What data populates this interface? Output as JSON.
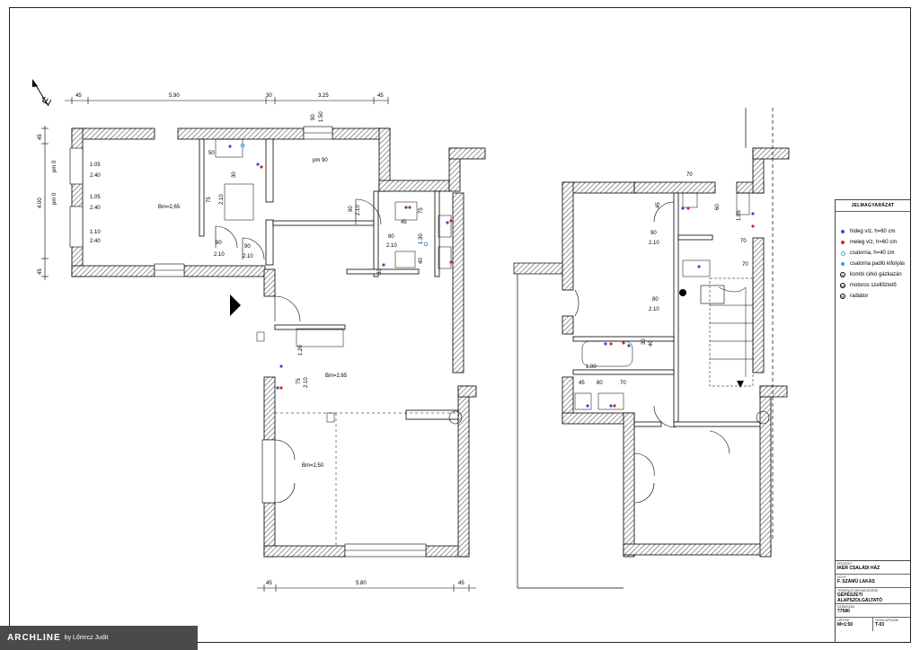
{
  "north_label": "É",
  "dimensions": {
    "top": [
      "45",
      "5.90",
      "30",
      "3.25",
      "45"
    ],
    "left": [
      "45",
      "4.00",
      "45"
    ],
    "bottom": [
      "45",
      "5.80",
      "45"
    ]
  },
  "ground_floor": {
    "room_heights": [
      "Bm=2,65",
      "Bm=2,65",
      "Bm=2,50"
    ],
    "window_labels": [
      {
        "w": "1.05",
        "h": "2.40"
      },
      {
        "w": "1.05",
        "h": "2.40"
      },
      {
        "w": "1.10",
        "h": "2.40"
      }
    ],
    "pm": [
      "pm 0",
      "pm 0",
      "pm 90"
    ],
    "door_labels": [
      {
        "w": "90",
        "h": "2.10"
      },
      {
        "w": "90",
        "h": "2.10"
      },
      {
        "w": "90",
        "h": "2.10"
      },
      {
        "w": "80",
        "h": "2.10"
      }
    ],
    "misc": [
      "50",
      "30",
      "75",
      "2.10",
      "45",
      "75",
      "1.30",
      "40",
      "30",
      "90",
      "1.50",
      "1.20",
      "75",
      "2.10"
    ]
  },
  "upper_floor": {
    "dims": [
      "70",
      "45",
      "60",
      "1.05",
      "70",
      "70",
      "40",
      "1.00",
      "45",
      "80",
      "70",
      "30"
    ],
    "door_labels": [
      {
        "w": "90",
        "h": "2.10"
      },
      {
        "w": "80",
        "h": "2.10"
      }
    ]
  },
  "legend": {
    "title": "JELMAGYARÁZAT",
    "items": [
      {
        "symbol": "dot",
        "color": "#2b4fd6",
        "label": "hideg víz, h=60 cm"
      },
      {
        "symbol": "dot",
        "color": "#e02020",
        "label": "meleg víz, h=60 cm"
      },
      {
        "symbol": "ring",
        "color": "#3aa0e0",
        "label": "csatorna, h=40 cm"
      },
      {
        "symbol": "dot",
        "color": "#3aa0e0",
        "label": "csatorna padló kifolyás"
      },
      {
        "symbol": "circ",
        "letter": "K",
        "label": "kombi cirkó gázkazán"
      },
      {
        "symbol": "circ",
        "letter": "M",
        "label": "motoros szellőztető"
      },
      {
        "symbol": "circ",
        "letter": "R",
        "label": "radiátor"
      }
    ]
  },
  "title_block": {
    "project_label": "PROJEKT",
    "project": "IKER CSALÁDI HÁZ",
    "client_label": "ÜGYF.",
    "client": "F. SZÁMÜ LAKÁS",
    "drawing_label": "TERVRAJZ MEGNEVEZÉSE",
    "drawing": "GÉPÉSZETI ALAPSZOLGÁLTATÓ",
    "number_label": "SZÁMOZÁS",
    "number": "77580",
    "scale_label": "LÉPTÉK",
    "scale": "M=1:50",
    "sheet_label": "TERVLAPSZÁM",
    "sheet": "T-03"
  },
  "brand": {
    "name": "ARCHLINE",
    "suffix": "by Lőrincz Judit"
  }
}
